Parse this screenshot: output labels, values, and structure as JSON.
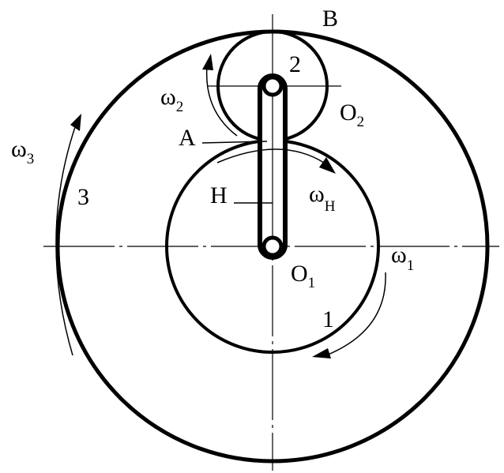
{
  "labels": {
    "B": "B",
    "A": "A",
    "H": "H",
    "gear_1": "1",
    "gear_2": "2",
    "gear_3": "3",
    "O1": {
      "main": "O",
      "sub": "1"
    },
    "O2": {
      "main": "O",
      "sub": "2"
    },
    "omega_1": {
      "main": "ω",
      "sub": "1"
    },
    "omega_2": {
      "main": "ω",
      "sub": "2"
    },
    "omega_3": {
      "main": "ω",
      "sub": "3"
    },
    "omega_H": {
      "main": "ω",
      "sub": "H"
    }
  },
  "colors": {
    "ink": "#000000",
    "background": "#ffffff"
  }
}
